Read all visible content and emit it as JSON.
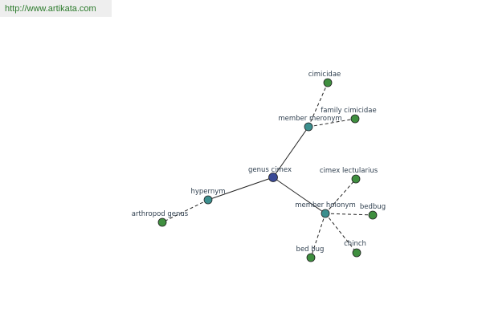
{
  "site": {
    "url": "http://www.artikata.com"
  },
  "colors": {
    "center_node": "#3a4a96",
    "relation_node": "#3c8f8e",
    "leaf_node": "#3f8f3f",
    "edge": "#222222",
    "url_text": "#2b7a2b"
  },
  "graph": {
    "center": {
      "id": "genus_cimex",
      "label": "genus cimex"
    },
    "relations": [
      {
        "id": "member_meronym",
        "label": "member meronym"
      },
      {
        "id": "member_holonym",
        "label": "member holonym"
      },
      {
        "id": "hypernym",
        "label": "hypernym"
      }
    ],
    "leaves": [
      {
        "id": "cimicidae",
        "label": "cimicidae",
        "parent": "member_meronym"
      },
      {
        "id": "family_cimicidae",
        "label": "family cimicidae",
        "parent": "member_meronym"
      },
      {
        "id": "cimex_lectularius",
        "label": "cimex lectularius",
        "parent": "member_holonym"
      },
      {
        "id": "bedbug",
        "label": "bedbug",
        "parent": "member_holonym"
      },
      {
        "id": "chinch",
        "label": "chinch",
        "parent": "member_holonym"
      },
      {
        "id": "bed_bug",
        "label": "bed bug",
        "parent": "member_holonym"
      },
      {
        "id": "arthropod_genus",
        "label": "arthropod genus",
        "parent": "hypernym"
      }
    ]
  }
}
